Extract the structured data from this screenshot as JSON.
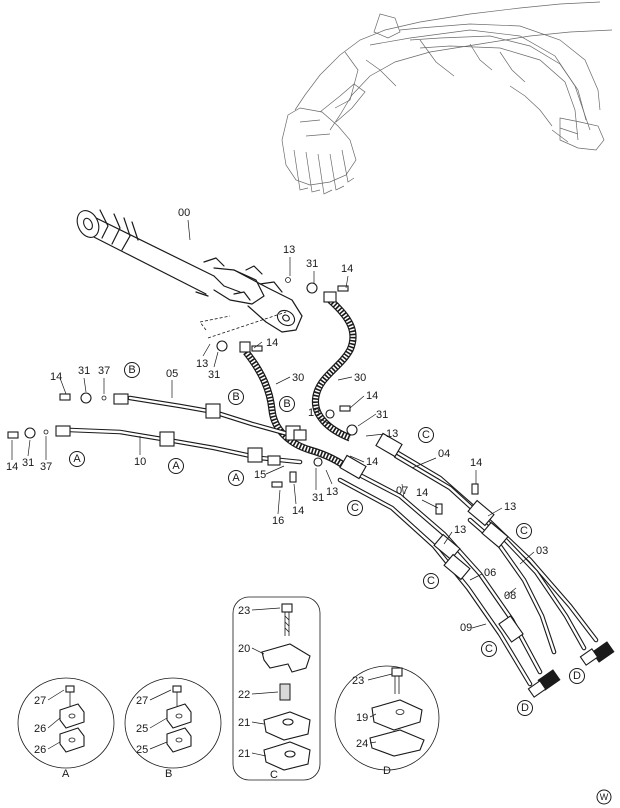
{
  "parts": {
    "p00": "00",
    "p03": "03",
    "p04": "04",
    "p05": "05",
    "p06": "06",
    "p07": "07",
    "p08": "08",
    "p09": "09",
    "p10": "10",
    "p13": "13",
    "p14": "14",
    "p15": "15",
    "p16": "16",
    "p19": "19",
    "p20": "20",
    "p21": "21",
    "p22": "22",
    "p23": "23",
    "p24": "24",
    "p25": "25",
    "p26": "26",
    "p27": "27",
    "p30": "30",
    "p31": "31",
    "p37": "37"
  },
  "refs": {
    "a": "A",
    "b": "B",
    "c": "C",
    "d": "D"
  },
  "details": {
    "a_caption": "A",
    "b_caption": "B",
    "c_caption": "C",
    "d_caption": "D"
  },
  "corner_mark": "W"
}
